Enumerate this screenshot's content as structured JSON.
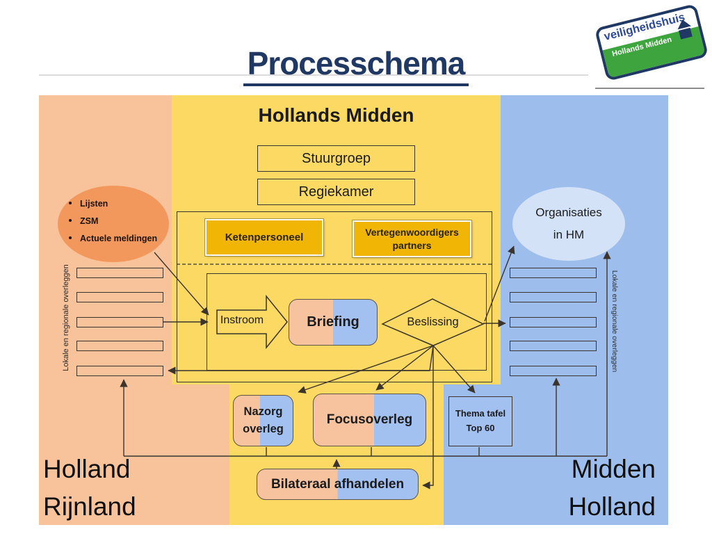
{
  "title": "Processchema",
  "logo": {
    "top_text": "veiligheidshuis",
    "bottom_text": "Hollands Midden"
  },
  "colors": {
    "orange_bg": "#F8C29B",
    "yellow_bg": "#FBD962",
    "blue_bg": "#9DBEEC",
    "orange_ellipse": "#F2985C",
    "blue_ellipse": "#D3E2F7",
    "gold": "#F0B505",
    "peach": "#F6C39E",
    "shape_blue": "#A3C1F0",
    "line": "#3A342C",
    "navy": "#1F3864",
    "green": "#3EA43D"
  },
  "regions": {
    "center_title": "Hollands Midden",
    "left_line1": "Holland",
    "left_line2": "Rijnland",
    "right_line1": "Midden",
    "right_line2": "Holland"
  },
  "boxes": {
    "stuurgroep": "Stuurgroep",
    "regiekamer": "Regiekamer",
    "ketenpersoneel": "Ketenpersoneel",
    "vertegenwoordigers_line1": "Vertegenwoordigers",
    "vertegenwoordigers_line2": "partners",
    "instroom": "Instroom",
    "briefing": "Briefing",
    "beslissing": "Beslissing",
    "nazorg_line1": "Nazorg",
    "nazorg_line2": "overleg",
    "focusoverleg": "Focusoverleg",
    "thema_line1": "Thema tafel",
    "thema_line2": "Top 60",
    "bilateraal": "Bilateraal afhandelen"
  },
  "ellipses": {
    "input_items": [
      "Lijsten",
      "ZSM",
      "Actuele meldingen"
    ],
    "organisaties_line1": "Organisaties",
    "organisaties_line2": "in HM"
  },
  "side_labels": {
    "left_vertical": "Lokale en regionale overleggen",
    "right_vertical": "Lokale en regionale overleggen"
  }
}
